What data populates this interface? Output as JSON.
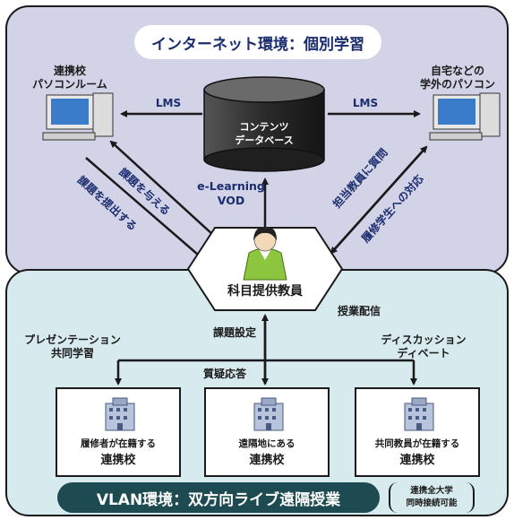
{
  "top_title": "インターネット環境：個別学習",
  "left_pc_label": [
    "連携校",
    "パソコンルーム"
  ],
  "right_pc_label": [
    "自宅などの",
    "学外のパソコン"
  ],
  "lms_left": "LMS",
  "lms_right": "LMS",
  "database": [
    "コンテンツ",
    "データベース"
  ],
  "elearning": [
    "e-Learning",
    "VOD"
  ],
  "arrow_assign": "課題を与える",
  "arrow_submit": "課題を提出する",
  "arrow_question": "担当教員に質問",
  "arrow_response": "履修学生への対応",
  "center_person": "科目提供教員",
  "class_delivery": "授業配信",
  "task_setting": "課題設定",
  "qa": "質疑応答",
  "presentation": [
    "プレゼンテーション",
    "共同学習"
  ],
  "discussion": [
    "ディスカッション",
    "ディベート"
  ],
  "cards": [
    {
      "line1": "履修者が在籍する",
      "line2": "連携校"
    },
    {
      "line1": "遠隔地にある",
      "line2": "連携校"
    },
    {
      "line1": "共同教員が在籍する",
      "line2": "連携校"
    }
  ],
  "vlan_title": "VLAN環境：双方向ライブ遠隔授業",
  "vlan_note": [
    "連携全大学",
    "同時接続可能"
  ],
  "colors": {
    "top_panel": "#d3d3e8",
    "bottom_panel": "#d7eaee",
    "navy_text": "#1b2d6e",
    "vlan_bar": "#1e4b52",
    "person_green": "#8cc63f"
  }
}
